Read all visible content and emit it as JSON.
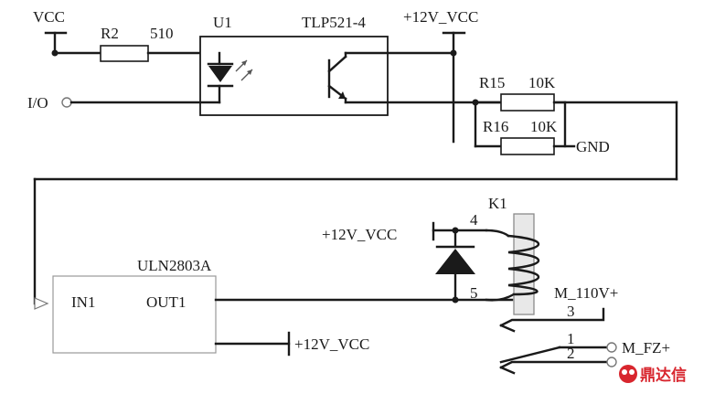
{
  "labels": {
    "vcc": "VCC",
    "r2": "R2",
    "r2_value": "510",
    "u1": "U1",
    "tlp": "TLP521-4",
    "v12_top": "+12V_VCC",
    "io": "I/O",
    "r15": "R15",
    "r15_value": "10K",
    "r16": "R16",
    "r16_value": "10K",
    "gnd": "GND",
    "k1": "K1",
    "pin4": "4",
    "pin5": "5",
    "v12_relay": "+12V_VCC",
    "uln": "ULN2803A",
    "in1": "IN1",
    "out1": "OUT1",
    "v12_uln": "+12V_VCC",
    "m110": "M_110V+",
    "pin3": "3",
    "pin1": "1",
    "pin2": "2",
    "mfz": "M_FZ+"
  },
  "watermark": {
    "text": "鼎达信",
    "color": "#d8262e"
  }
}
